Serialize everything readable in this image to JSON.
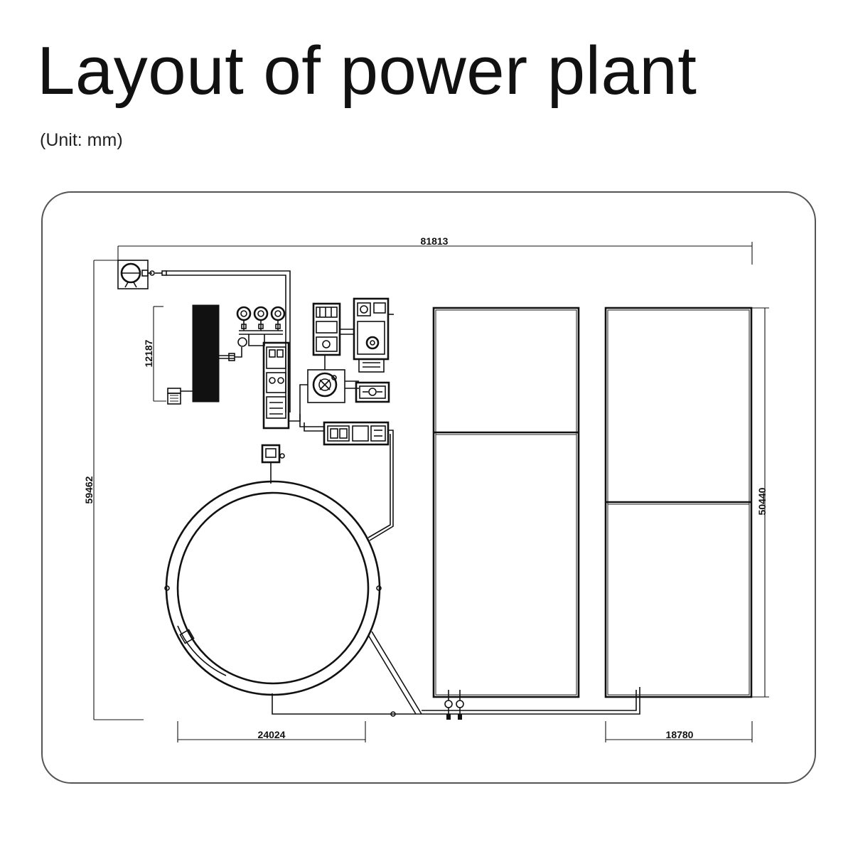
{
  "page": {
    "title": "Layout of power plant",
    "unit_note": "(Unit: mm)"
  },
  "dimensions": {
    "overall_width": "81813",
    "overall_height": "59462",
    "equipment_block_height": "12187",
    "tank_width": "24024",
    "field_width": "18780",
    "field_height": "50440"
  }
}
